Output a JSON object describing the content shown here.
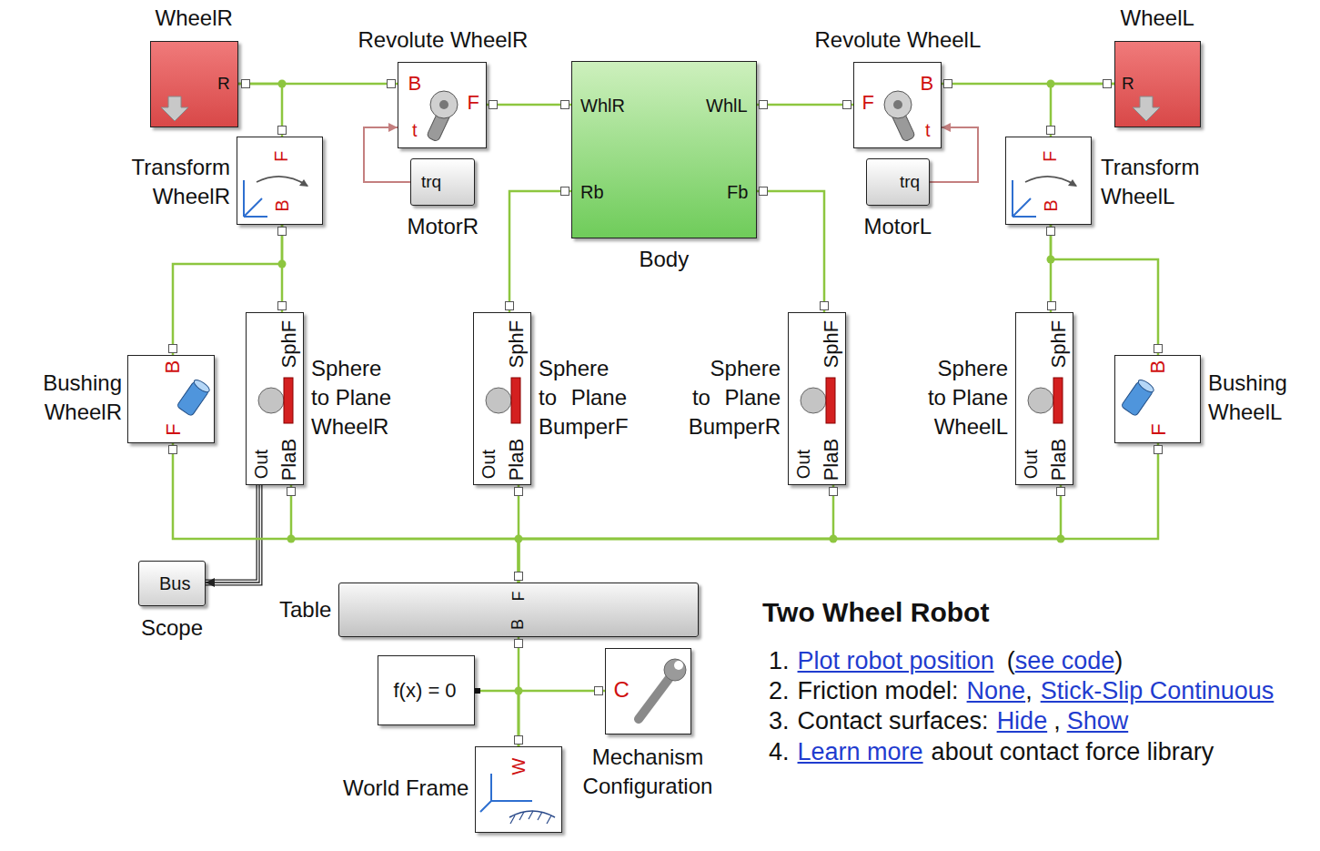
{
  "diagram": {
    "title": "Two Wheel Robot",
    "nodes": [
      {
        "text": [
          "WheelR",
          "R"
        ]
      },
      {
        "text": [
          "Revolute WheelR",
          "B",
          "F",
          "t"
        ]
      },
      {
        "text": [
          "WhlR",
          "WhlL",
          "Rb",
          "Fb",
          "Body"
        ]
      },
      {
        "text": [
          "Revolute WheelL",
          "F",
          "B",
          "t"
        ]
      },
      {
        "text": [
          "WheelL",
          "R"
        ]
      },
      {
        "text": [
          "Transform WheelR",
          "F",
          "B"
        ]
      },
      {
        "text": [
          "trq",
          "MotorR"
        ]
      },
      {
        "text": [
          "trq",
          "MotorL"
        ]
      },
      {
        "text": [
          "Transform WheelL",
          "F",
          "B"
        ]
      },
      {
        "text": [
          "Bushing WheelR",
          "B",
          "F"
        ]
      },
      {
        "text": [
          "SphF",
          "Out",
          "PlaB",
          "Sphere to Plane WheelR"
        ]
      },
      {
        "text": [
          "SphF",
          "Out",
          "PlaB",
          "Sphere to Plane BumperF"
        ]
      },
      {
        "text": [
          "SphF",
          "Out",
          "PlaB",
          "Sphere to Plane BumperR"
        ]
      },
      {
        "text": [
          "SphF",
          "Out",
          "PlaB",
          "Sphere to Plane WheelL"
        ]
      },
      {
        "text": [
          "Bushing WheelL",
          "B",
          "F"
        ]
      },
      {
        "text": [
          "Bus",
          "Scope"
        ]
      },
      {
        "text": [
          "Table",
          "F",
          "B"
        ]
      },
      {
        "text": [
          "f(x) = 0"
        ]
      },
      {
        "text": [
          "C",
          "Mechanism Configuration"
        ]
      },
      {
        "text": [
          "W",
          "World Frame"
        ]
      }
    ],
    "edges": [
      {
        "from": 0,
        "to": 1,
        "arrow": "none"
      },
      {
        "from": 0,
        "to": 5,
        "arrow": "none"
      },
      {
        "from": 1,
        "to": 2,
        "arrow": "none"
      },
      {
        "from": 6,
        "to": 1,
        "arrow": "to"
      },
      {
        "from": 2,
        "to": 3,
        "arrow": "none"
      },
      {
        "from": 3,
        "to": 4,
        "arrow": "none"
      },
      {
        "from": 4,
        "to": 8,
        "arrow": "none"
      },
      {
        "from": 7,
        "to": 3,
        "arrow": "to"
      },
      {
        "from": 5,
        "to": 9,
        "arrow": "none"
      },
      {
        "from": 5,
        "to": 10,
        "arrow": "none"
      },
      {
        "from": 2,
        "to": 11,
        "arrow": "none"
      },
      {
        "from": 2,
        "to": 12,
        "arrow": "none"
      },
      {
        "from": 8,
        "to": 13,
        "arrow": "none"
      },
      {
        "from": 8,
        "to": 14,
        "arrow": "none"
      },
      {
        "from": 9,
        "to": 16,
        "arrow": "none"
      },
      {
        "from": 10,
        "to": 16,
        "arrow": "none"
      },
      {
        "from": 11,
        "to": 16,
        "arrow": "none"
      },
      {
        "from": 12,
        "to": 16,
        "arrow": "none"
      },
      {
        "from": 13,
        "to": 16,
        "arrow": "none"
      },
      {
        "from": 14,
        "to": 16,
        "arrow": "none"
      },
      {
        "from": 10,
        "to": 15,
        "arrow": "to"
      },
      {
        "from": 16,
        "to": 19,
        "arrow": "none"
      },
      {
        "from": 17,
        "to": 19,
        "arrow": "none"
      },
      {
        "from": 18,
        "to": 19,
        "arrow": "none"
      }
    ],
    "labels": [
      "1.",
      "Plot robot position",
      "(",
      "see code",
      ")",
      "2.",
      "Friction model:",
      "None",
      ",",
      "Stick-Slip Continuous",
      "3.",
      "Contact surfaces:",
      "Hide",
      ",",
      "Show",
      "4.",
      "Learn more",
      "about contact force library"
    ]
  }
}
